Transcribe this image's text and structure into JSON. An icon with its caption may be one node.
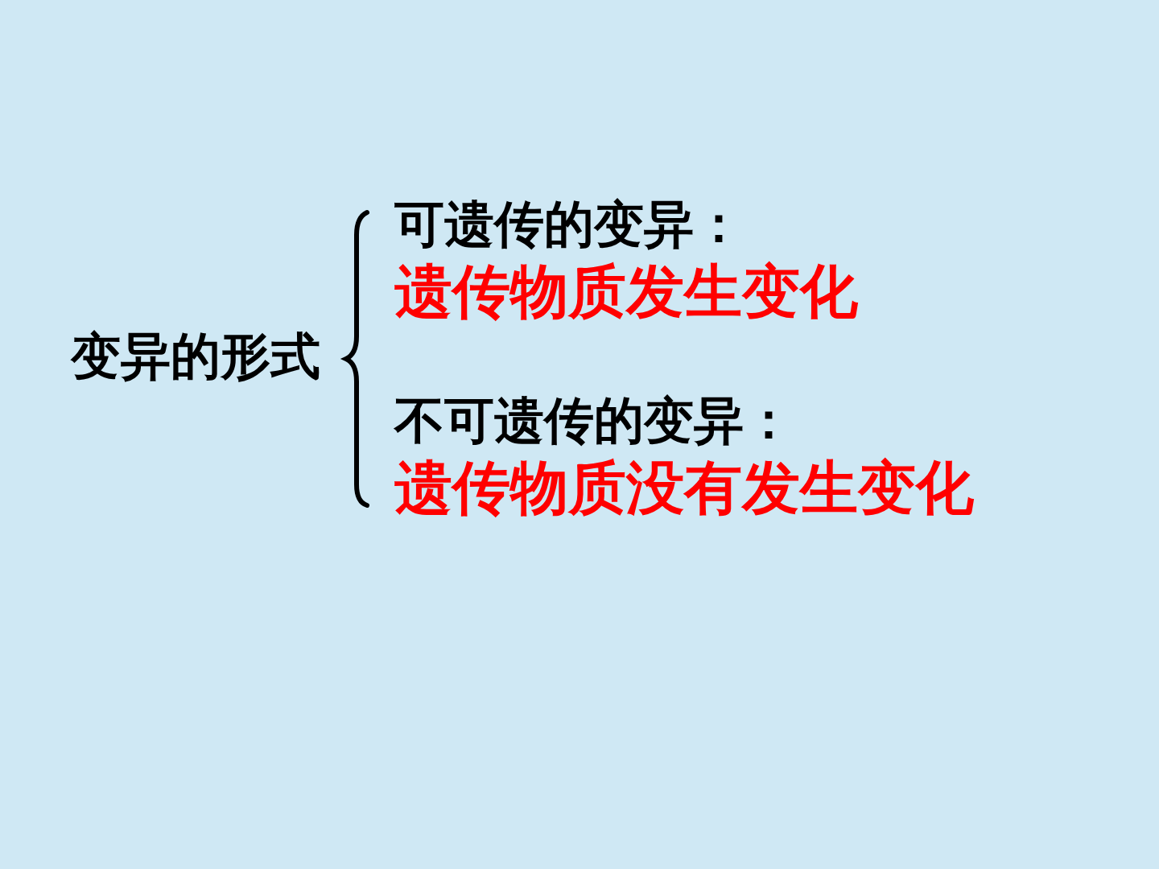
{
  "diagram": {
    "labels": [
      "变异的形式",
      "可遗传的变异：",
      "遗传物质发生变化",
      "不可遗传的变异：",
      "遗传物质没有发生变化"
    ]
  }
}
